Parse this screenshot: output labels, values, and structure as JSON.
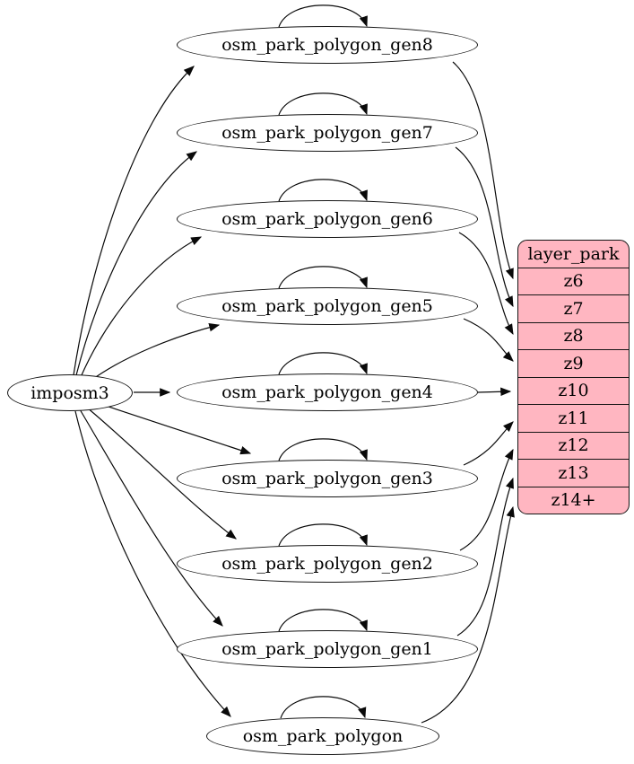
{
  "diagram": {
    "source": {
      "label": "imposm3"
    },
    "generalized_tables": [
      {
        "label": "osm_park_polygon_gen8",
        "self_loop": true,
        "feeds_zoom": "z6"
      },
      {
        "label": "osm_park_polygon_gen7",
        "self_loop": true,
        "feeds_zoom": "z7"
      },
      {
        "label": "osm_park_polygon_gen6",
        "self_loop": true,
        "feeds_zoom": "z8"
      },
      {
        "label": "osm_park_polygon_gen5",
        "self_loop": true,
        "feeds_zoom": "z9"
      },
      {
        "label": "osm_park_polygon_gen4",
        "self_loop": true,
        "feeds_zoom": "z10"
      },
      {
        "label": "osm_park_polygon_gen3",
        "self_loop": true,
        "feeds_zoom": "z11"
      },
      {
        "label": "osm_park_polygon_gen2",
        "self_loop": true,
        "feeds_zoom": "z12"
      },
      {
        "label": "osm_park_polygon_gen1",
        "self_loop": true,
        "feeds_zoom": "z13"
      },
      {
        "label": "osm_park_polygon",
        "self_loop": true,
        "feeds_zoom": "z14+"
      }
    ],
    "layer_table": {
      "title": "layer_park",
      "rows": [
        "z6",
        "z7",
        "z8",
        "z9",
        "z10",
        "z11",
        "z12",
        "z13",
        "z14+"
      ]
    },
    "edges_from_source_to": [
      "osm_park_polygon_gen8",
      "osm_park_polygon_gen7",
      "osm_park_polygon_gen6",
      "osm_park_polygon_gen5",
      "osm_park_polygon_gen4",
      "osm_park_polygon_gen3",
      "osm_park_polygon_gen2",
      "osm_park_polygon_gen1",
      "osm_park_polygon"
    ],
    "colors": {
      "table_fill": "#ffb6c1",
      "node_fill": "#ffffff",
      "stroke": "#000000",
      "background": "#ffffff"
    }
  }
}
